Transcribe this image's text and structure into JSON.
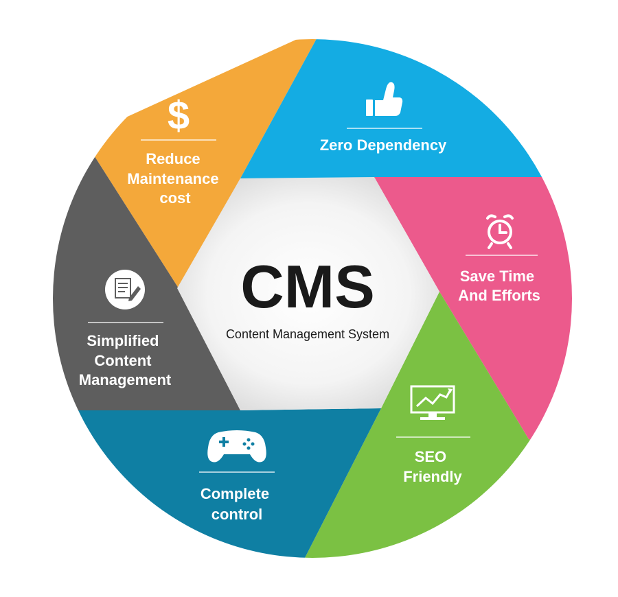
{
  "center": {
    "title": "CMS",
    "subtitle": "Content Management System"
  },
  "segments": [
    {
      "id": "reduce-maintenance-cost",
      "label_lines": [
        "Reduce",
        "Maintenance",
        "cost"
      ],
      "icon": "dollar-icon",
      "color": "#F4A83A"
    },
    {
      "id": "zero-dependency",
      "label_lines": [
        "Zero Dependency"
      ],
      "icon": "thumbs-up-icon",
      "color": "#14ACE3"
    },
    {
      "id": "save-time-and-efforts",
      "label_lines": [
        "Save Time",
        "And Efforts"
      ],
      "icon": "alarm-clock-icon",
      "color": "#EC5A8C"
    },
    {
      "id": "seo-friendly",
      "label_lines": [
        "SEO",
        "Friendly"
      ],
      "icon": "monitor-chart-icon",
      "color": "#7BC143"
    },
    {
      "id": "complete-control",
      "label_lines": [
        "Complete",
        "control"
      ],
      "icon": "gamepad-icon",
      "color": "#0F7FA3"
    },
    {
      "id": "simplified-content-management",
      "label_lines": [
        "Simplified",
        "Content",
        "Management"
      ],
      "icon": "document-edit-icon",
      "color": "#5E5E5E"
    }
  ],
  "colors": {
    "center_background": "#EDEDED",
    "text_on_segment": "#FFFFFF",
    "center_text": "#1A1A1A"
  }
}
